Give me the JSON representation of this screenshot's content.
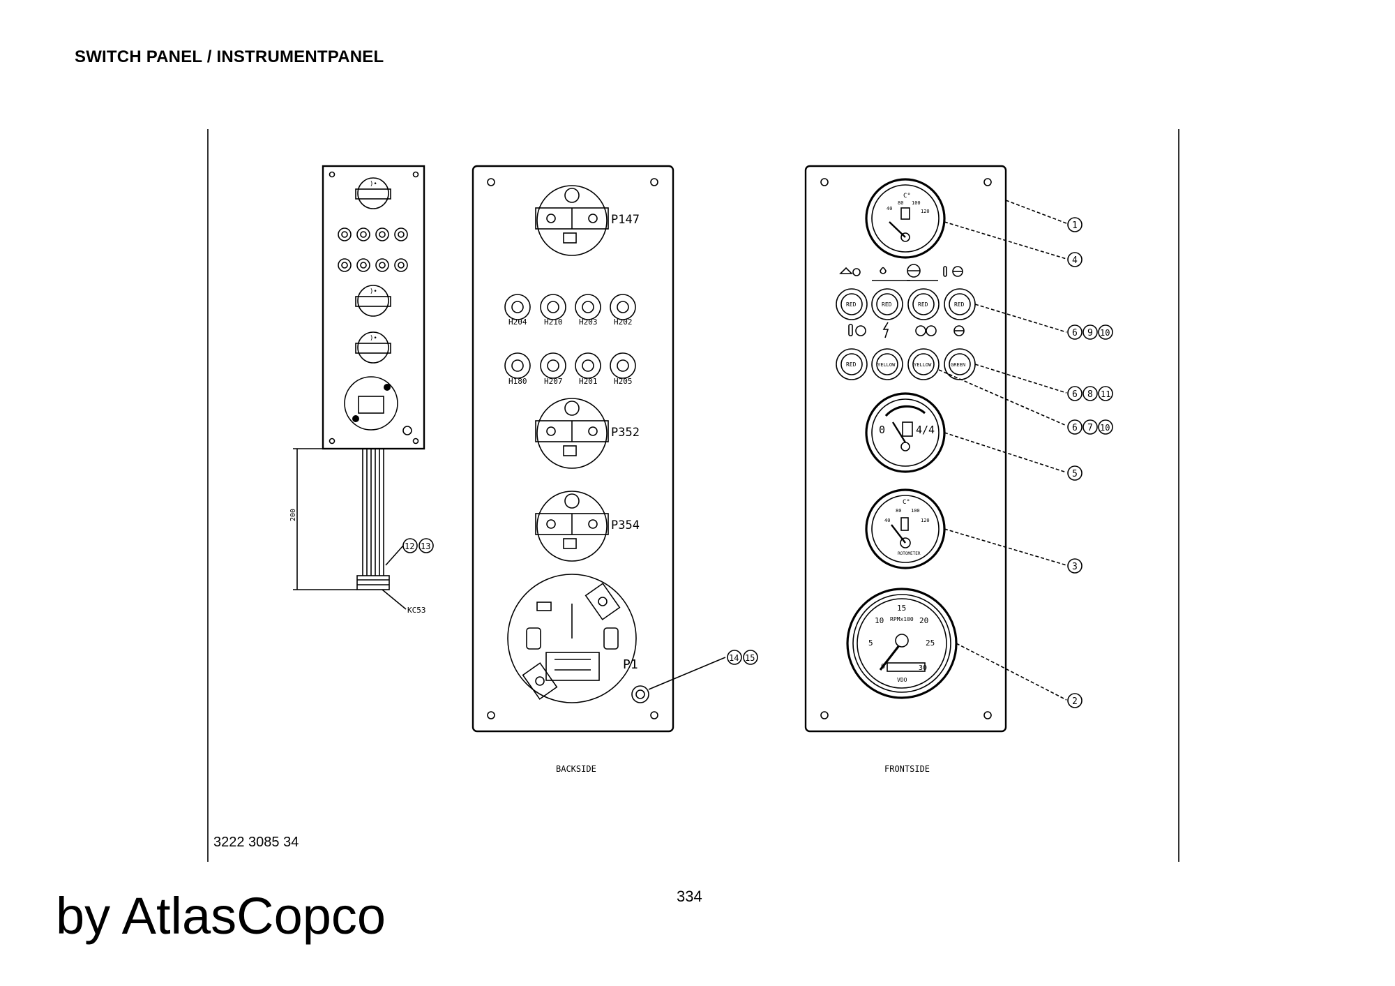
{
  "header": {
    "title": "SWITCH PANEL / INSTRUMENTPANEL"
  },
  "footer": {
    "doc_number": "3222 3085 34",
    "page_number": "334",
    "brand": "by AtlasCopco"
  },
  "drawing": {
    "views": {
      "backside": "BACKSIDE",
      "frontside": "FRONTSIDE"
    },
    "backside_labels": {
      "gauges": [
        "P147",
        "P352",
        "P354",
        "P1"
      ],
      "lamps_row1": [
        "H204",
        "H210",
        "H203",
        "H202"
      ],
      "lamps_row2": [
        "H180",
        "H207",
        "H201",
        "H205"
      ]
    },
    "side_view": {
      "dimension": "200",
      "connector": "KC53"
    },
    "frontside_labels": {
      "lamps_row1": [
        "RED",
        "RED",
        "RED",
        "RED"
      ],
      "lamps_row2": [
        "RED",
        "YELLOW",
        "YELLOW",
        "GREEN"
      ],
      "fuel_gauge": {
        "empty": "0",
        "full": "4/4"
      },
      "temp_gauge": {
        "unit": "C°",
        "ticks": [
          "40",
          "80",
          "100",
          "120"
        ]
      },
      "tachometer": {
        "ticks": [
          "0",
          "5",
          "10",
          "15",
          "20",
          "25",
          "30"
        ],
        "unit": "RPMx100",
        "brand": "VDO"
      },
      "oil_gauge": {
        "unit": "C°",
        "ticks": [
          "40",
          "80",
          "100",
          "120"
        ]
      }
    },
    "callouts": [
      {
        "numbers": [
          "1"
        ]
      },
      {
        "numbers": [
          "4"
        ]
      },
      {
        "numbers": [
          "6",
          "9",
          "10"
        ]
      },
      {
        "numbers": [
          "6",
          "8",
          "11"
        ]
      },
      {
        "numbers": [
          "6",
          "7",
          "10"
        ]
      },
      {
        "numbers": [
          "5"
        ]
      },
      {
        "numbers": [
          "3"
        ]
      },
      {
        "numbers": [
          "2"
        ]
      },
      {
        "numbers": [
          "12",
          "13"
        ]
      },
      {
        "numbers": [
          "14",
          "15"
        ]
      }
    ]
  }
}
